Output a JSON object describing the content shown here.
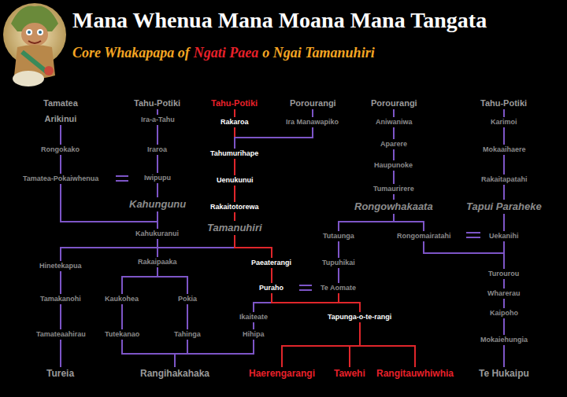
{
  "diagram": {
    "title": "Mana Whenua Mana Moana Mana Tangata",
    "nodes": [
      {
        "text": [
          "Tamatea",
          "Arikinui"
        ]
      },
      {
        "text": [
          "Rongokako"
        ]
      },
      {
        "text": [
          "Tamatea-Pokaiwhenua"
        ]
      },
      {
        "text": [
          "Tahu-Potiki"
        ]
      },
      {
        "text": [
          "Ira-a-Tahu"
        ]
      },
      {
        "text": [
          "Iraroa"
        ]
      },
      {
        "text": [
          "Iwipupu"
        ]
      },
      {
        "text": [
          "Kahungunu"
        ]
      },
      {
        "text": [
          "Kahukuranui"
        ]
      },
      {
        "text": [
          "Rakaipaaka"
        ]
      },
      {
        "text": [
          "Hinetekapua"
        ]
      },
      {
        "text": [
          "Tamakanohi"
        ]
      },
      {
        "text": [
          "Tamateaahirau"
        ]
      },
      {
        "text": [
          "Tureia"
        ]
      },
      {
        "text": [
          "Kaukohea"
        ]
      },
      {
        "text": [
          "Tutekanao"
        ]
      },
      {
        "text": [
          "Pokia"
        ]
      },
      {
        "text": [
          "Tahinga"
        ]
      },
      {
        "text": [
          "Rangihakahaka"
        ]
      },
      {
        "text": [
          "Tahu-Potiki"
        ]
      },
      {
        "text": [
          "Rakaroa"
        ]
      },
      {
        "text": [
          "Tahumurihape"
        ]
      },
      {
        "text": [
          "Uenukunui"
        ]
      },
      {
        "text": [
          "Rakaitotorewa"
        ]
      },
      {
        "text": [
          "Tamanuhiri"
        ]
      },
      {
        "text": [
          "Paeaterangi"
        ]
      },
      {
        "text": [
          "Puraho"
        ]
      },
      {
        "text": [
          "Porourangi"
        ]
      },
      {
        "text": [
          "Ira Manawapiko"
        ]
      },
      {
        "text": [
          "Te Aomate"
        ]
      },
      {
        "text": [
          "Ikaiteate"
        ]
      },
      {
        "text": [
          "Hihipa"
        ]
      },
      {
        "text": [
          "Tapunga-o-te-rangi"
        ]
      },
      {
        "text": [
          "Haerengarangi"
        ]
      },
      {
        "text": [
          "Tawehi"
        ]
      },
      {
        "text": [
          "Rangitauwhiwhia"
        ]
      },
      {
        "text": [
          "Porourangi"
        ]
      },
      {
        "text": [
          "Aniwaniwa"
        ]
      },
      {
        "text": [
          "Aparere"
        ]
      },
      {
        "text": [
          "Haupunoke"
        ]
      },
      {
        "text": [
          "Tumaurirere"
        ]
      },
      {
        "text": [
          "Rongowhakaata"
        ]
      },
      {
        "text": [
          "Tutaunga"
        ]
      },
      {
        "text": [
          "Tupuhikai"
        ]
      },
      {
        "text": [
          "Rongomairatahi"
        ]
      },
      {
        "text": [
          "Tahu-Potiki"
        ]
      },
      {
        "text": [
          "Karimoi"
        ]
      },
      {
        "text": [
          "Mokaaihaere"
        ]
      },
      {
        "text": [
          "Rakaitapatahi"
        ]
      },
      {
        "text": [
          "Tapui Paraheke"
        ]
      },
      {
        "text": [
          "Uekanihi"
        ]
      },
      {
        "text": [
          "Turourou"
        ]
      },
      {
        "text": [
          "Wharerau"
        ]
      },
      {
        "text": [
          "Kaipoho"
        ]
      },
      {
        "text": [
          "Mokaiehungia"
        ]
      },
      {
        "text": [
          "Te Hukaipu"
        ]
      }
    ],
    "edges": [
      {
        "from": 0,
        "to": 1,
        "arrow": "none"
      },
      {
        "from": 1,
        "to": 2,
        "arrow": "none"
      },
      {
        "from": 3,
        "to": 4,
        "arrow": "none"
      },
      {
        "from": 4,
        "to": 5,
        "arrow": "none"
      },
      {
        "from": 5,
        "to": 6,
        "arrow": "none"
      },
      {
        "from": 6,
        "to": 7,
        "arrow": "none"
      },
      {
        "from": 7,
        "to": 8,
        "arrow": "none"
      },
      {
        "from": 8,
        "to": 9,
        "arrow": "none"
      },
      {
        "from": 2,
        "to": 7,
        "arrow": "none"
      },
      {
        "from": 8,
        "to": 10,
        "arrow": "none"
      },
      {
        "from": 8,
        "to": 25,
        "arrow": "none"
      },
      {
        "from": 9,
        "to": 14,
        "arrow": "none"
      },
      {
        "from": 9,
        "to": 16,
        "arrow": "none"
      },
      {
        "from": 10,
        "to": 11,
        "arrow": "none"
      },
      {
        "from": 11,
        "to": 12,
        "arrow": "none"
      },
      {
        "from": 12,
        "to": 13,
        "arrow": "none"
      },
      {
        "from": 14,
        "to": 15,
        "arrow": "none"
      },
      {
        "from": 16,
        "to": 17,
        "arrow": "none"
      },
      {
        "from": 15,
        "to": 18,
        "arrow": "none"
      },
      {
        "from": 17,
        "to": 18,
        "arrow": "none"
      },
      {
        "from": 17,
        "to": 31,
        "arrow": "none"
      },
      {
        "from": 30,
        "to": 31,
        "arrow": "none"
      },
      {
        "from": 19,
        "to": 20,
        "arrow": "none"
      },
      {
        "from": 20,
        "to": 21,
        "arrow": "none"
      },
      {
        "from": 21,
        "to": 22,
        "arrow": "none"
      },
      {
        "from": 22,
        "to": 23,
        "arrow": "none"
      },
      {
        "from": 23,
        "to": 24,
        "arrow": "none"
      },
      {
        "from": 24,
        "to": 25,
        "arrow": "none"
      },
      {
        "from": 25,
        "to": 26,
        "arrow": "none"
      },
      {
        "from": 26,
        "to": 30,
        "arrow": "none"
      },
      {
        "from": 26,
        "to": 32,
        "arrow": "none"
      },
      {
        "from": 29,
        "to": 32,
        "arrow": "none"
      },
      {
        "from": 32,
        "to": 33,
        "arrow": "none"
      },
      {
        "from": 32,
        "to": 34,
        "arrow": "none"
      },
      {
        "from": 32,
        "to": 35,
        "arrow": "none"
      },
      {
        "from": 27,
        "to": 28,
        "arrow": "none"
      },
      {
        "from": 28,
        "to": 21,
        "arrow": "none"
      },
      {
        "from": 36,
        "to": 37,
        "arrow": "none"
      },
      {
        "from": 37,
        "to": 38,
        "arrow": "none"
      },
      {
        "from": 38,
        "to": 39,
        "arrow": "none"
      },
      {
        "from": 39,
        "to": 40,
        "arrow": "none"
      },
      {
        "from": 40,
        "to": 41,
        "arrow": "none"
      },
      {
        "from": 41,
        "to": 42,
        "arrow": "none"
      },
      {
        "from": 41,
        "to": 44,
        "arrow": "none"
      },
      {
        "from": 42,
        "to": 43,
        "arrow": "none"
      },
      {
        "from": 43,
        "to": 29,
        "arrow": "none"
      },
      {
        "from": 44,
        "to": 51,
        "arrow": "none"
      },
      {
        "from": 45,
        "to": 46,
        "arrow": "none"
      },
      {
        "from": 46,
        "to": 47,
        "arrow": "none"
      },
      {
        "from": 47,
        "to": 48,
        "arrow": "none"
      },
      {
        "from": 48,
        "to": 49,
        "arrow": "none"
      },
      {
        "from": 49,
        "to": 50,
        "arrow": "none"
      },
      {
        "from": 50,
        "to": 51,
        "arrow": "none"
      },
      {
        "from": 51,
        "to": 52,
        "arrow": "none"
      },
      {
        "from": 52,
        "to": 53,
        "arrow": "none"
      },
      {
        "from": 53,
        "to": 54,
        "arrow": "none"
      },
      {
        "from": 54,
        "to": 55,
        "arrow": "none"
      }
    ],
    "labels": [
      "Core Whakapapa of",
      "Ngati Paea",
      "o Ngai Tamanuhiri"
    ]
  }
}
